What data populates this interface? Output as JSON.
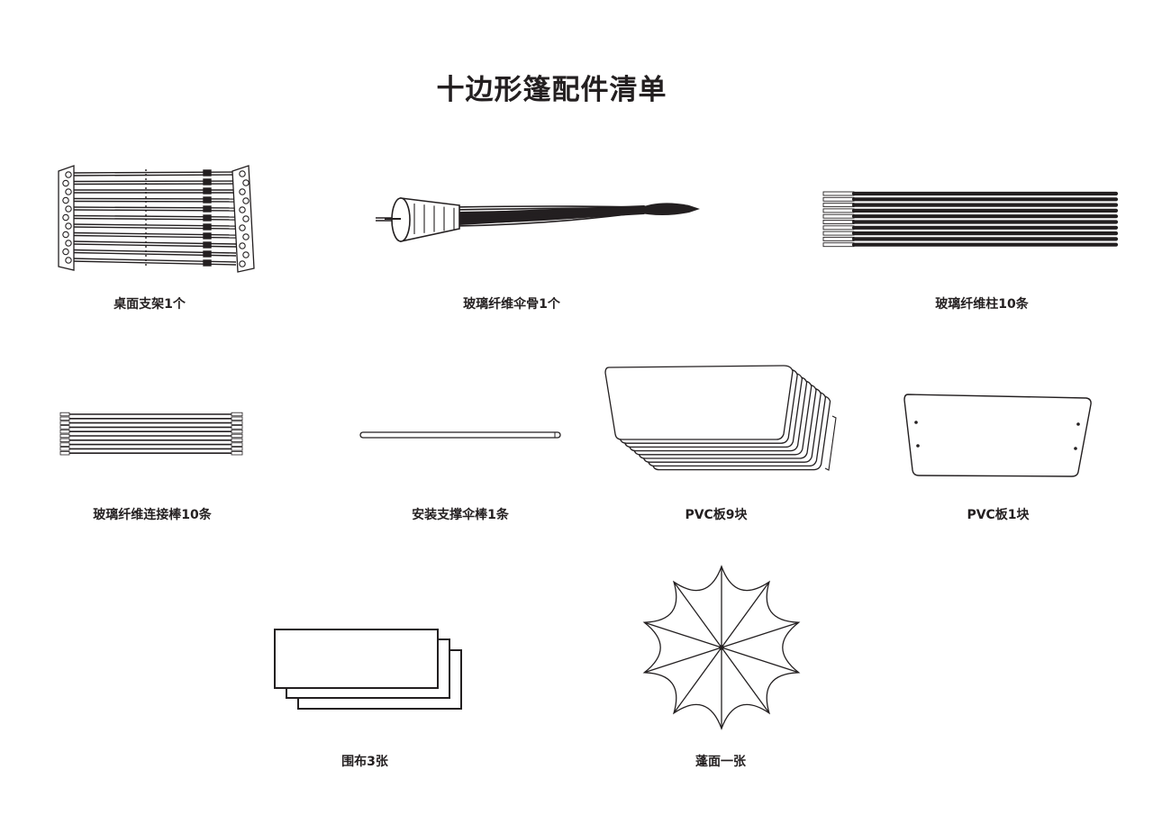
{
  "title": "十边形篷配件清单",
  "items": [
    {
      "label": "桌面支架1个",
      "icon": "folding-table-frame"
    },
    {
      "label": "玻璃纤维伞骨1个",
      "icon": "fiberglass-umbrella-ribs"
    },
    {
      "label": "玻璃纤维柱10条",
      "icon": "fiberglass-poles"
    },
    {
      "label": "玻璃纤维连接棒10条",
      "icon": "fiberglass-connecting-rods"
    },
    {
      "label": "安装支撑伞棒1条",
      "icon": "support-umbrella-rod"
    },
    {
      "label": "PVC板9块",
      "icon": "stacked-pvc-panels"
    },
    {
      "label": "PVC板1块",
      "icon": "single-pvc-panel"
    },
    {
      "label": "围布3张",
      "icon": "stacked-side-walls"
    },
    {
      "label": "蓬面一张",
      "icon": "decagon-canopy-top"
    }
  ],
  "colors": {
    "ink": "#231f20",
    "background": "#ffffff"
  }
}
